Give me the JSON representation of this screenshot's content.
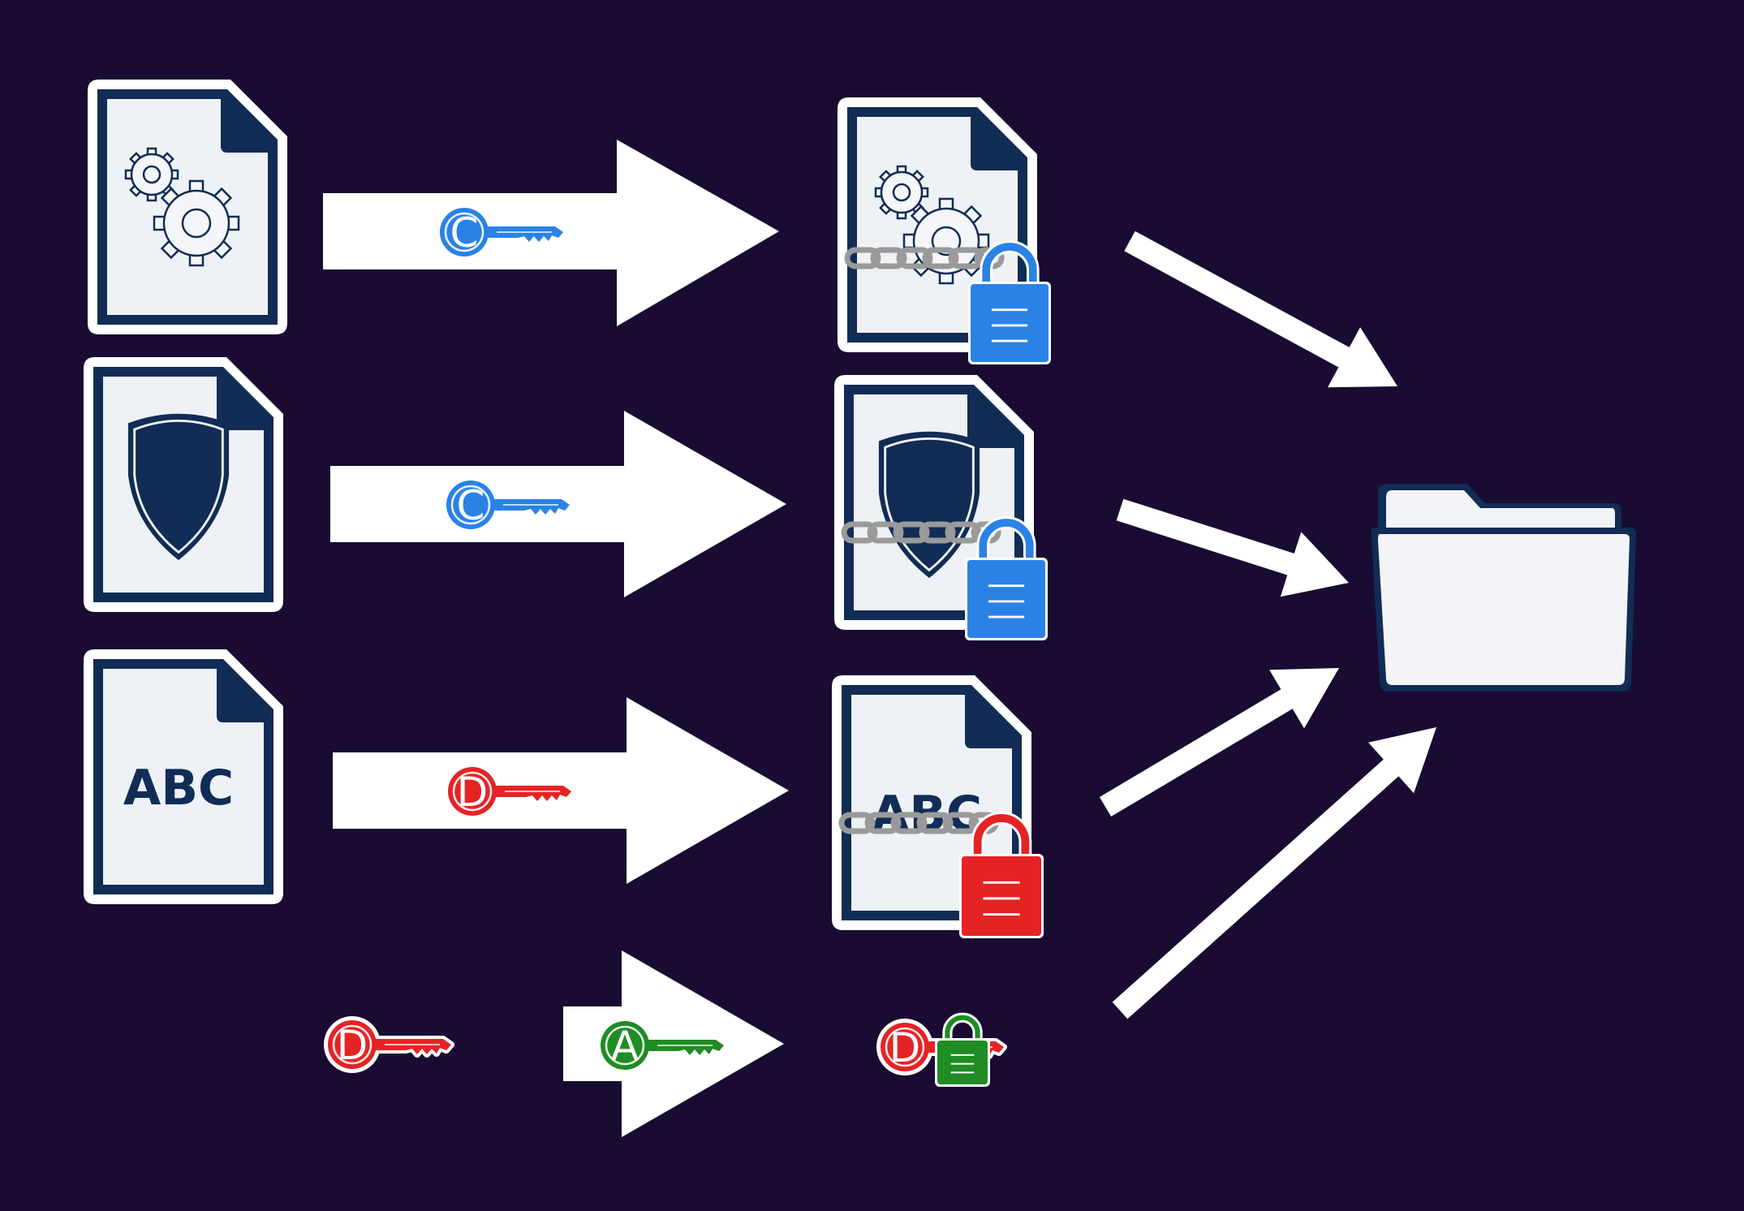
{
  "colors": {
    "background": "#190b31",
    "navy": "#112c55",
    "paper": "#eef1f6",
    "white": "#ffffff",
    "blue": "#2a82e6",
    "red": "#e52325",
    "green": "#1f8c24",
    "chain": "#9a9a9a",
    "folder_fill": "#f2f4f7"
  },
  "files": [
    {
      "content": "gears-icon"
    },
    {
      "content": "shield-icon"
    },
    {
      "content": "ABC"
    }
  ],
  "keys": {
    "row1": {
      "letter": "C",
      "color": "blue"
    },
    "row2": {
      "letter": "C",
      "color": "blue"
    },
    "row3": {
      "letter": "D",
      "color": "red"
    },
    "row4_input": {
      "letter": "D",
      "color": "red"
    },
    "row4_arrow": {
      "letter": "A",
      "color": "green"
    },
    "row4_output": {
      "letter": "D",
      "color": "red",
      "lock_color": "green"
    }
  },
  "encrypted_files": [
    {
      "content": "gears-icon",
      "lock_color": "blue"
    },
    {
      "content": "shield-icon",
      "lock_color": "blue"
    },
    {
      "content": "ABC",
      "lock_color": "red"
    }
  ],
  "destination": {
    "icon": "folder-icon"
  }
}
